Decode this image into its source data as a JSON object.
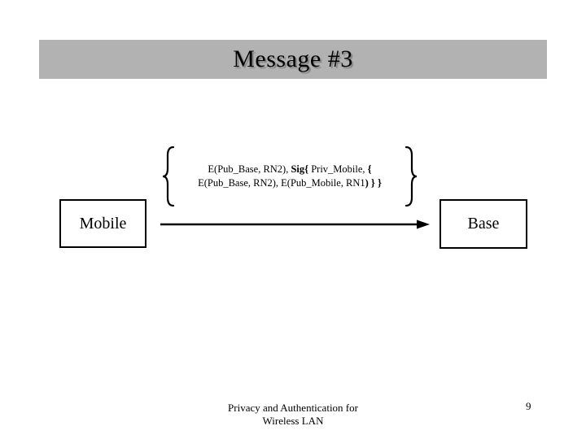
{
  "slide": {
    "title": "Message #3",
    "colors": {
      "title_bar_bg": "#b2b2b2",
      "text": "#000000",
      "background": "#ffffff"
    },
    "annotation": {
      "icons": {
        "left_brace": "{",
        "right_brace": "}"
      },
      "line1": {
        "normal1": "E(Pub_Base, RN2), ",
        "bold1": "Sig{",
        "normal2": " Priv_Mobile, ",
        "bold2": "{"
      },
      "line2": {
        "normal1": "E(Pub_Base, RN2), E(Pub_Mobile, RN1",
        "bold1": ") } }"
      }
    },
    "nodes": {
      "sender": "Mobile",
      "receiver": "Base"
    },
    "footer": {
      "line1": "Privacy and Authentication for",
      "line2": "Wireless LAN",
      "page_number": "9"
    }
  }
}
